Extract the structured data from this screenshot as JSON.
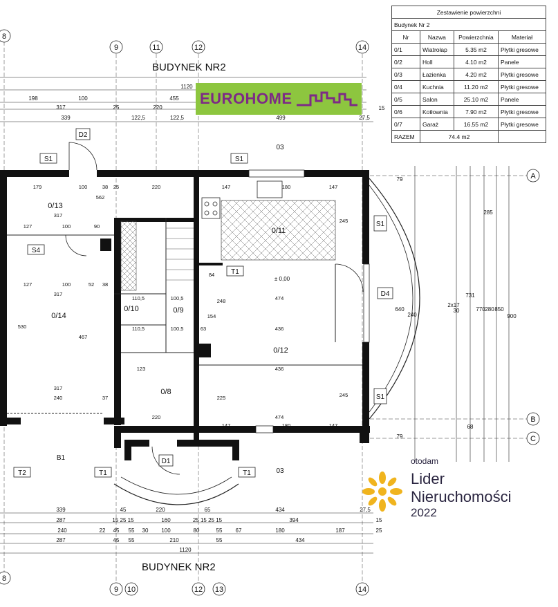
{
  "title_top": "BUDYNEK NR2",
  "title_bottom": "BUDYNEK NR2",
  "logo": {
    "text": "EUROHOME",
    "bg": "#8dc63f",
    "color": "#7d2a86"
  },
  "table": {
    "title": "Zestawienie powierzchni",
    "subtitle": "Budynek Nr 2",
    "headers": [
      "Nr",
      "Nazwa",
      "Powierzchnia",
      "Materiał"
    ],
    "rows": [
      [
        "0/1",
        "Wiatrołap",
        "5.35 m2",
        "Płytki gresowe"
      ],
      [
        "0/2",
        "Holl",
        "4.10 m2",
        "Panele"
      ],
      [
        "0/3",
        "Łazienka",
        "4.20 m2",
        "Płytki gresowe"
      ],
      [
        "0/4",
        "Kuchnia",
        "11.20 m2",
        "Płytki gresowe"
      ],
      [
        "0/5",
        "Salon",
        "25.10 m2",
        "Panele"
      ],
      [
        "0/6",
        "Kotłownia",
        "7.90 m2",
        "Płytki gresowe"
      ],
      [
        "0/7",
        "Garaż",
        "16.55 m2",
        "Płytki gresowe"
      ]
    ],
    "total_label": "RAZEM",
    "total_value": "74.4  m2"
  },
  "axes_top": [
    "8",
    "9",
    "11",
    "12",
    "14"
  ],
  "axes_bottom": [
    "8",
    "9",
    "10",
    "12",
    "13",
    "14"
  ],
  "axes_right": [
    "A",
    "B",
    "C"
  ],
  "rooms": [
    "0/13",
    "0/14",
    "0/10",
    "0/9",
    "0/11",
    "0/12",
    "0/8"
  ],
  "labels": {
    "s1": "S1",
    "s4": "S4",
    "d1": "D1",
    "d2": "D2",
    "d4": "D4",
    "t1": "T1",
    "t2": "T2",
    "b1": "B1",
    "s03": "03",
    "level": "± 0,00"
  },
  "dims_top": {
    "r1": [
      "1120"
    ],
    "r2": [
      "198",
      "100",
      "455"
    ],
    "r3": [
      "317",
      "25",
      "220"
    ],
    "r4": [
      "339",
      "122,5",
      "122,5",
      "499",
      "27,5",
      "15"
    ]
  },
  "dims_bottom": {
    "r1": [
      "339",
      "45",
      "220",
      "65",
      "434",
      "27,5"
    ],
    "r2": [
      "287",
      "15 25 15",
      "160",
      "25 15 25 15",
      "394",
      "15"
    ],
    "r3": [
      "240",
      "22",
      "45",
      "55",
      "30",
      "100",
      "80",
      "55",
      "67",
      "180",
      "187",
      "25"
    ],
    "r4": [
      "287",
      "45",
      "55",
      "210",
      "55",
      "434"
    ],
    "r5": [
      "1120"
    ]
  },
  "dims_right": [
    "79",
    "285",
    "731",
    "770",
    "850",
    "900",
    "280",
    "640",
    "68",
    "79",
    "240",
    "2x17",
    "30"
  ],
  "inner_dims": [
    "179",
    "100",
    "38",
    "25",
    "220",
    "147",
    "180",
    "147",
    "562",
    "317",
    "127",
    "100",
    "90",
    "127",
    "100",
    "52",
    "38",
    "317",
    "474",
    "436",
    "436",
    "474",
    "317",
    "240",
    "37",
    "220",
    "147",
    "180",
    "147",
    "110,5",
    "100,5",
    "110,5",
    "100,5",
    "123",
    "63",
    "245",
    "245",
    "225",
    "154",
    "248",
    "84",
    "530",
    "467"
  ],
  "badge": {
    "brand": "otodam",
    "line1": "Lider",
    "line2": "Nieruchomości",
    "year": "2022",
    "sun_color": "#f0b41e"
  }
}
